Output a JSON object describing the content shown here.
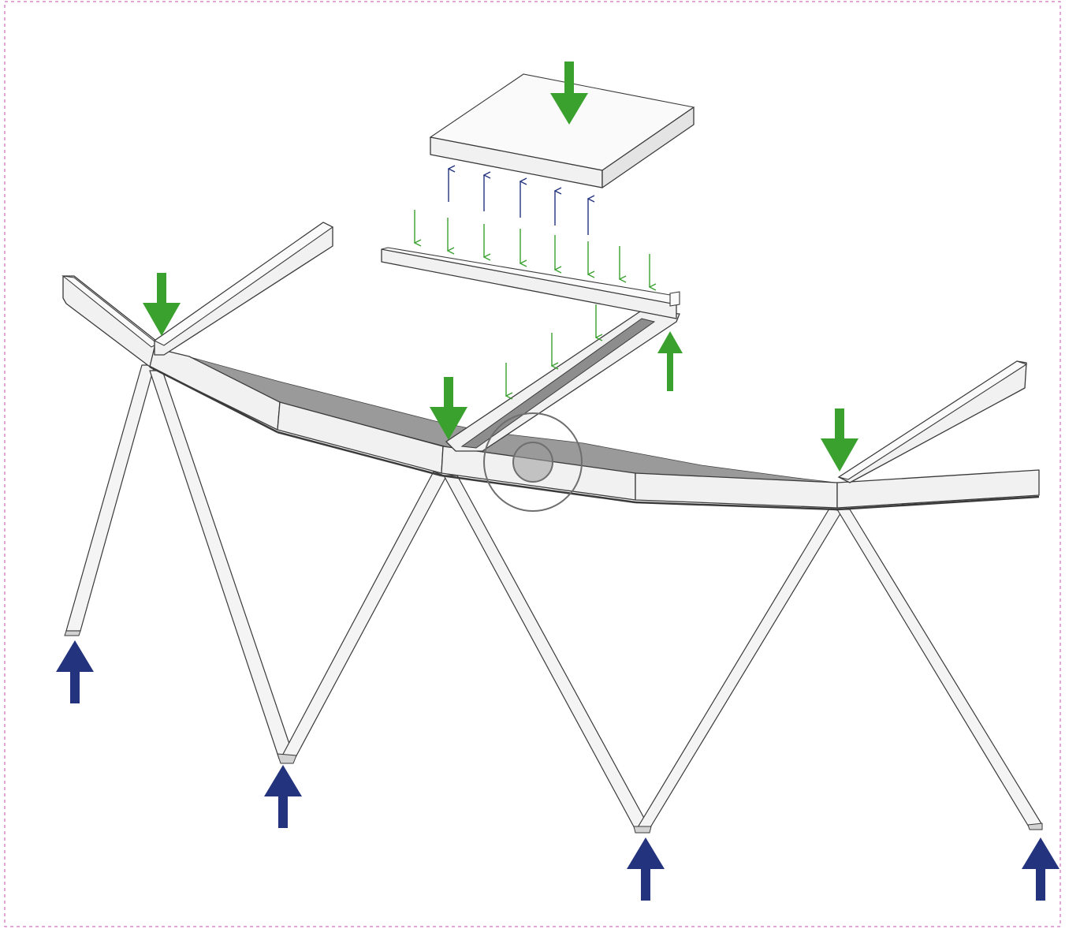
{
  "colors": {
    "gravity_load": "#3aa12f",
    "reaction": "#23337e",
    "steel_fill": "#f1f1f1",
    "steel_edge": "#3a3a3a",
    "detail_circle": "#6e6e6e",
    "frame_border": "#c84fb5"
  },
  "icons": {
    "load_arrow": "down-arrow-icon",
    "reaction_arrow": "up-arrow-icon"
  },
  "diagram": {
    "load_arrows_large": 5,
    "support_reactions": 4,
    "slab_distributed_arrows": 5,
    "purlin_distributed_arrows": 8,
    "girder_distributed_arrows": 3,
    "detail_callouts": 1
  }
}
